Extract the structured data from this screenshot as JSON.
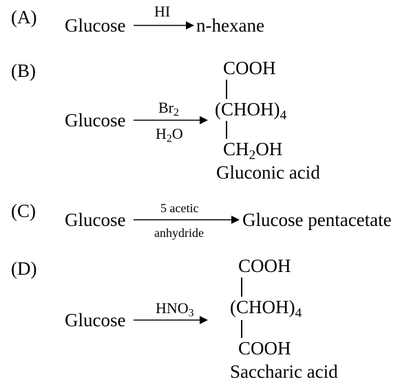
{
  "reactions": [
    {
      "label": "(A)",
      "reactant": "Glucose",
      "reagent_top": "HI",
      "product": "n-hexane"
    },
    {
      "label": "(B)",
      "reactant": "Glucose",
      "reagent_top": {
        "text": "Br",
        "sub": "2"
      },
      "reagent_bottom": {
        "text": "H",
        "sub": "2",
        "rest": "O"
      },
      "product": {
        "top": "COOH",
        "middle": {
          "text": "(CHOH)",
          "sub": "4"
        },
        "bottom": {
          "text": "CH",
          "sub": "2",
          "rest": "OH"
        },
        "name": "Gluconic acid"
      }
    },
    {
      "label": "(C)",
      "reactant": "Glucose",
      "reagent_top": "5 acetic",
      "reagent_bottom": "anhydride",
      "product": "Glucose pentacetate"
    },
    {
      "label": "(D)",
      "reactant": "Glucose",
      "reagent_top": {
        "text": "HNO",
        "sub": "3"
      },
      "product": {
        "top": "COOH",
        "middle": {
          "text": "(CHOH)",
          "sub": "4"
        },
        "bottom": "COOH",
        "name": "Saccharic acid"
      }
    }
  ]
}
